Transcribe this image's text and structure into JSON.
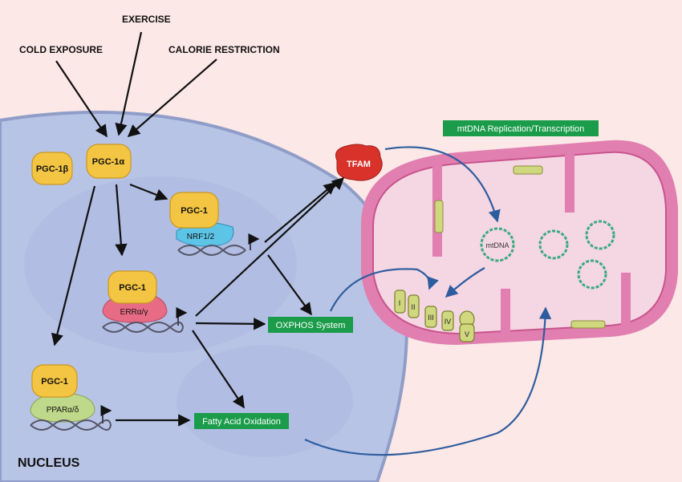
{
  "colors": {
    "background": "#fce8e6",
    "nucleus_fill": "#b8c4e6",
    "nucleus_stroke": "#8f9dc8",
    "protein_yellow": "#f4c542",
    "protein_pink": "#e86b86",
    "protein_cyan": "#5cc4e6",
    "protein_green": "#bfd98a",
    "tfam_red": "#d9322b",
    "label_box_green": "#1a9c4a",
    "mito_outer": "#e07fb0",
    "mito_inner": "#f5d6e3",
    "complex_color": "#cfd77f",
    "mtdna_green": "#3aaa80",
    "arrow_black": "#111111",
    "arrow_blue": "#2e5d9e"
  },
  "stimuli": {
    "cold": "COLD EXPOSURE",
    "exercise": "EXERCISE",
    "calorie": "CALORIE RESTRICTION"
  },
  "proteins": {
    "pgc1b": "PGC-1β",
    "pgc1a": "PGC-1α",
    "pgc1_nrf": "PGC-1",
    "nrf": "NRF1/2",
    "pgc1_err": "PGC-1",
    "err": "ERRα/γ",
    "pgc1_ppar": "PGC-1",
    "ppar": "PPARα/δ",
    "tfam": "TFAM"
  },
  "boxes": {
    "mtdna_rep": "mtDNA Replication/Transcription",
    "oxphos": "OXPHOS System",
    "fao": "Fatty Acid Oxidation"
  },
  "mitochondrion": {
    "mtdna_label": "mtDNA",
    "complexes": [
      "I",
      "II",
      "III",
      "IV",
      "V"
    ]
  },
  "nucleus_label": "NUCLEUS"
}
